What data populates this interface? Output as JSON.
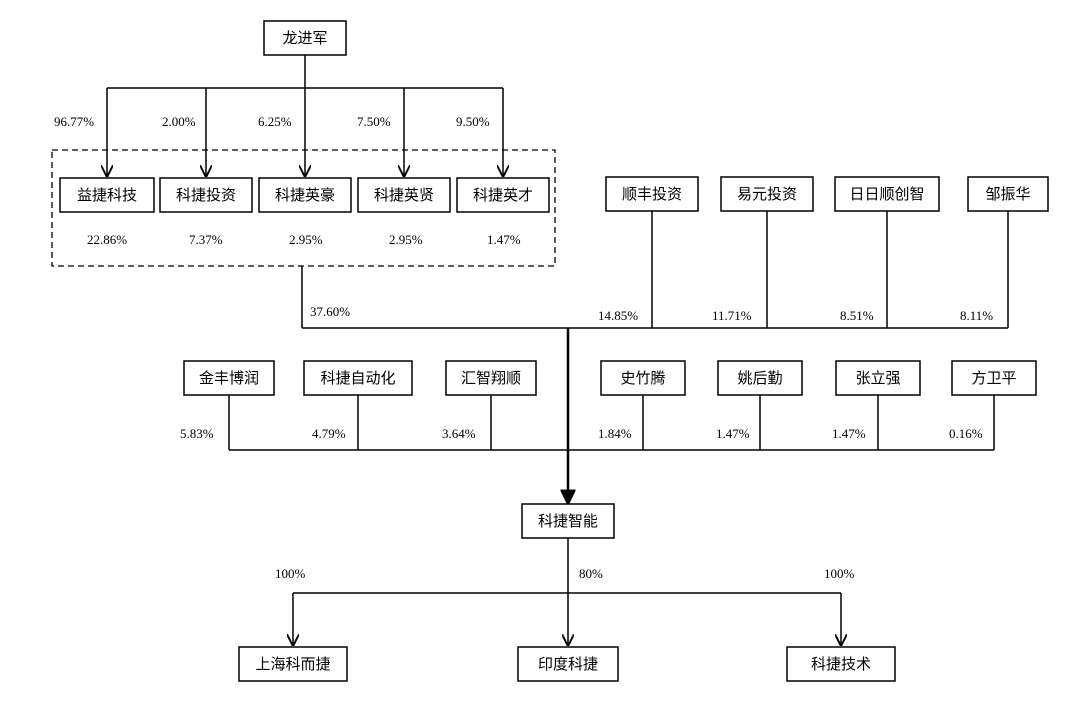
{
  "nodes": {
    "top_owner": "龙进军",
    "g_yijie": "益捷科技",
    "g_kejie_touzi": "科捷投资",
    "g_kejie_yinghao": "科捷英豪",
    "g_kejie_yingxian": "科捷英贤",
    "g_kejie_yingcai": "科捷英才",
    "s_shunfeng": "顺丰投资",
    "s_yiyuan": "易元投资",
    "s_ririshun": "日日顺创智",
    "s_zouzhenhua": "邹振华",
    "m_jinfeng": "金丰博润",
    "m_kejie_auto": "科捷自动化",
    "m_huizhi": "汇智翔顺",
    "m_shizhuteng": "史竹腾",
    "m_yaohouqin": "姚后勤",
    "m_zhangliqiang": "张立强",
    "m_fangweiping": "方卫平",
    "center": "科捷智能",
    "c_shanghai": "上海科而捷",
    "c_india": "印度科捷",
    "c_tech": "科捷技术"
  },
  "percentages": {
    "top_to_yijie": "96.77%",
    "top_to_kejie_touzi": "2.00%",
    "top_to_kejie_yinghao": "6.25%",
    "top_to_kejie_yingxian": "7.50%",
    "top_to_kejie_yingcai": "9.50%",
    "yijie_share": "22.86%",
    "kejie_touzi_share": "7.37%",
    "kejie_yinghao_share": "2.95%",
    "kejie_yingxian_share": "2.95%",
    "kejie_yingcai_share": "1.47%",
    "group_total": "37.60%",
    "shunfeng_share": "14.85%",
    "yiyuan_share": "11.71%",
    "ririshun_share": "8.51%",
    "zouzhenhua_share": "8.11%",
    "jinfeng_share": "5.83%",
    "kejie_auto_share": "4.79%",
    "huizhi_share": "3.64%",
    "shizhuteng_share": "1.84%",
    "yaohouqin_share": "1.47%",
    "zhangliqiang_share": "1.47%",
    "fangweiping_share": "0.16%",
    "to_shanghai": "100%",
    "to_india": "80%",
    "to_tech": "100%"
  }
}
